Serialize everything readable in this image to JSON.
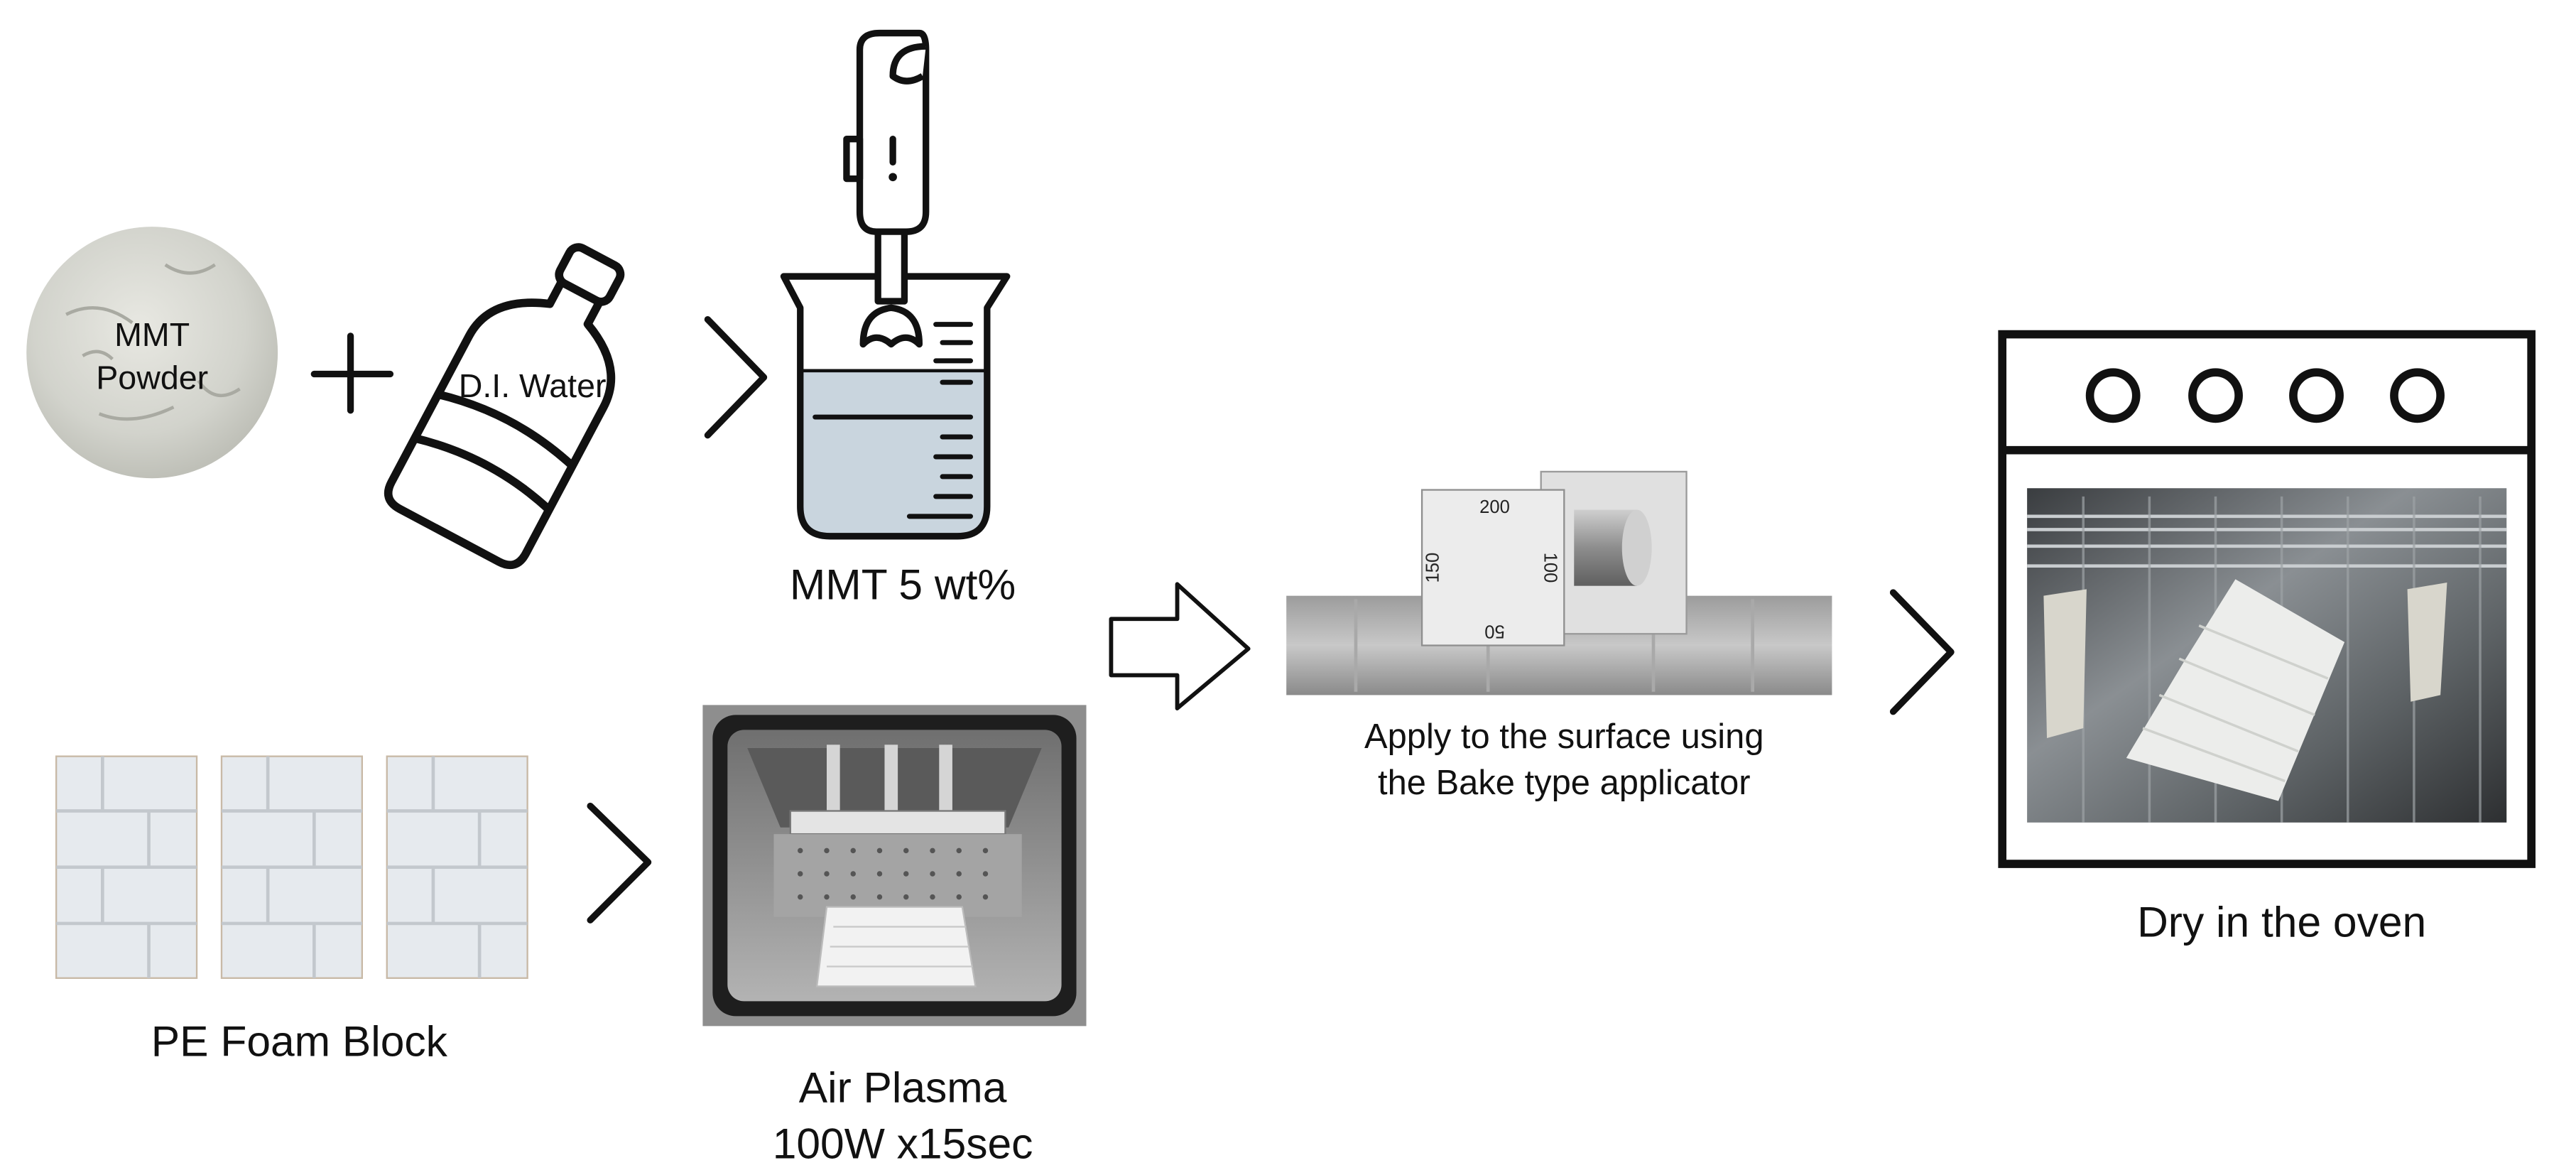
{
  "labels": {
    "mmt_powder_line1": "MMT",
    "mmt_powder_line2": "Powder",
    "di_water": "D.I. Water",
    "mmt_solution": "MMT 5 wt%",
    "pe_foam": "PE Foam Block",
    "air_plasma_line1": "Air Plasma",
    "air_plasma_line2": "100W x15sec",
    "apply_line1": "Apply to the surface using",
    "apply_line2": "the Bake type applicator",
    "oven": "Dry in the oven"
  },
  "applicator_marks": {
    "top": "200",
    "right": "100",
    "bottom": "50",
    "left": "150"
  },
  "icons": [
    "plus-icon",
    "water-bottle-icon",
    "beaker-icon",
    "hand-blender-icon",
    "chevron-right-icon",
    "hollow-arrow-right-icon",
    "oven-icon",
    "applicator-block-icon"
  ],
  "colors": {
    "stroke": "#111111",
    "beaker_liquid": "#c9d5de",
    "powder": "#d9dad4",
    "foam": "#e6eaee",
    "chamber": "#9a9a9a"
  }
}
